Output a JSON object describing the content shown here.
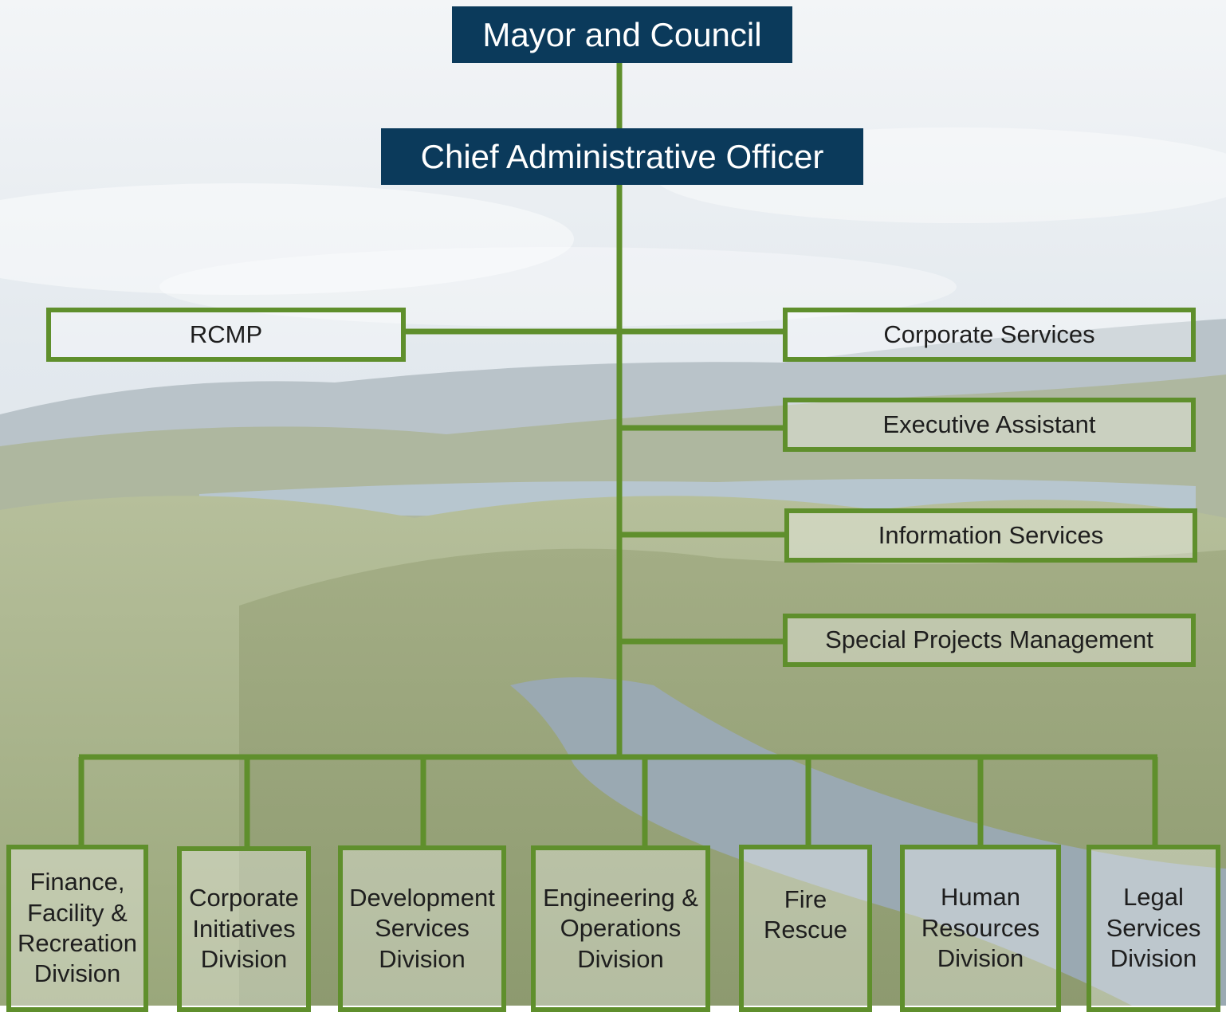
{
  "colors": {
    "primary_box": "#0b3a5b",
    "connector_line": "#5f8f2c",
    "box_text_dark": "#1e1e1e"
  },
  "top": {
    "mayor": "Mayor and Council",
    "cao": "Chief Administrative Officer"
  },
  "side": {
    "left": [
      "RCMP"
    ],
    "right": [
      "Corporate Services",
      "Executive Assistant",
      "Information Services",
      "Special Projects Management"
    ]
  },
  "divisions": [
    "Finance,\nFacility &\nRecreation\nDivision",
    "Corporate\nInitiatives\nDivision",
    "Development\nServices\nDivision",
    "Engineering &\nOperations\nDivision",
    "Fire\nRescue",
    "Human\nResources\nDivision",
    "Legal\nServices\nDivision"
  ]
}
